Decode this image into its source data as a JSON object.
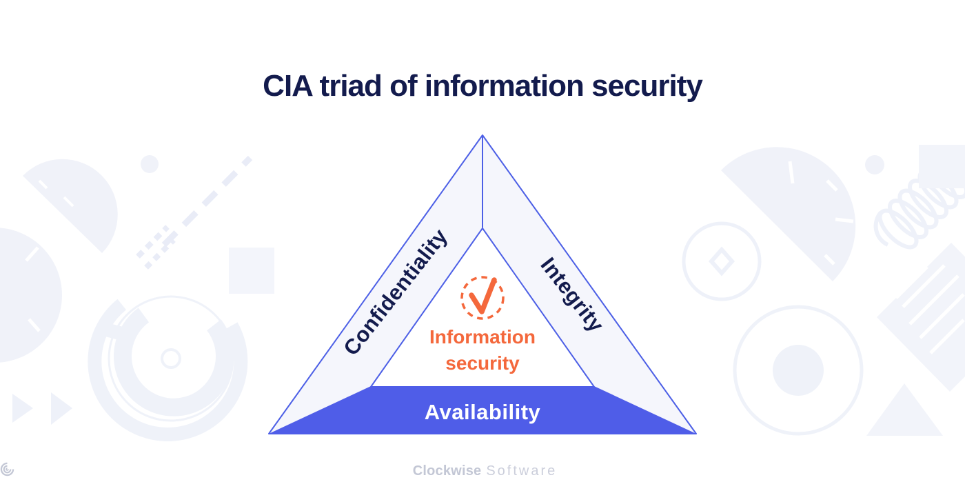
{
  "page": {
    "background": "#ffffff"
  },
  "title": {
    "text": "CIA triad of information security",
    "color": "#131b4d"
  },
  "triangle": {
    "sides": [
      {
        "id": "confidentiality",
        "label": "Confidentiality",
        "text_color": "#131b4d"
      },
      {
        "id": "integrity",
        "label": "Integrity",
        "text_color": "#131b4d"
      },
      {
        "id": "availability",
        "label": "Availability",
        "text_color": "#ffffff"
      }
    ],
    "center": {
      "icon": "check-icon",
      "label_line1": "Information",
      "label_line2": "security",
      "accent_color": "#f4683c"
    },
    "outline_color": "#4c5fe6",
    "band_fill": "#f5f6fc",
    "inner_fill": "#ffffff",
    "availability_fill": "#4f5de8"
  },
  "footer": {
    "logo_icon": "clockwise-logo-icon",
    "brand_bold": "Clockwise",
    "brand_light": "Software",
    "color": "#c6c9d6"
  },
  "decor": {
    "shape_fill": "#f0f2f9",
    "shape_stroke": "#eef1f9",
    "dash_color": "#e9ecf7"
  }
}
